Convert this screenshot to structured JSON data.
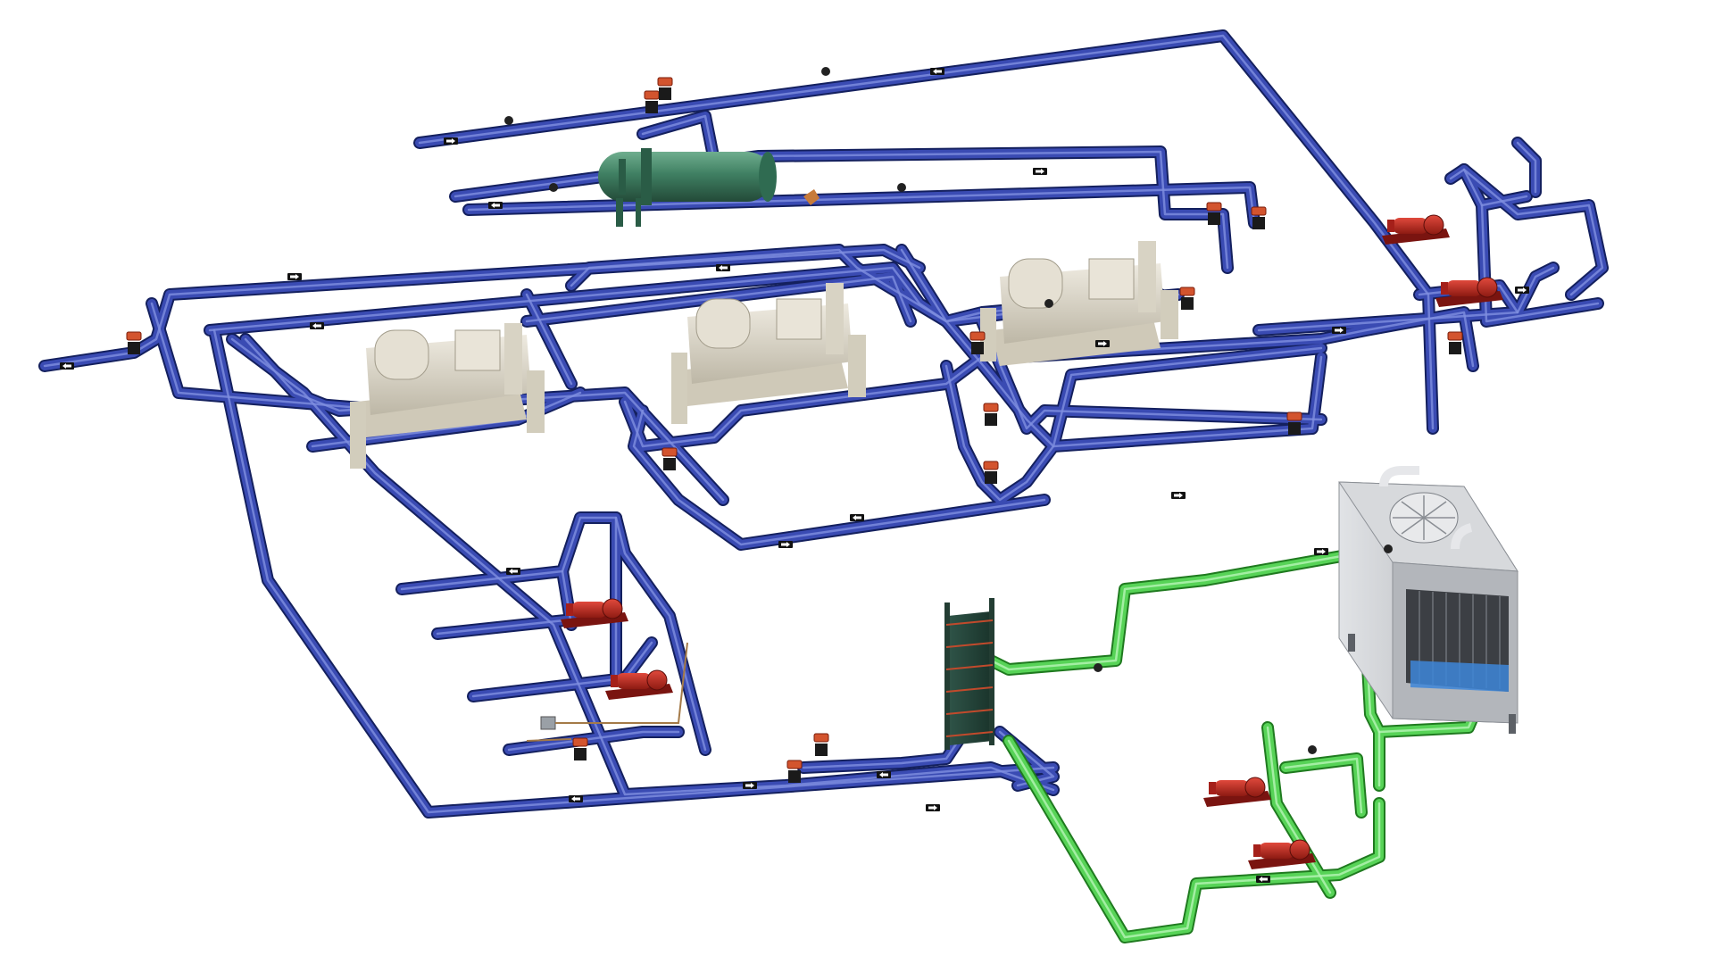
{
  "diagram": {
    "type": "chilled-water-plant-isometric",
    "colors": {
      "chilled_water_pipe": "#3a4bb3",
      "condenser_water_pipe": "#57d357",
      "chiller": "#d9d4c3",
      "storage_tank": "#3f7f62",
      "pump": "#c0271e",
      "valve_actuator": "#d3542e",
      "cooling_tower": "#c8cbd0"
    },
    "components": {
      "chillers": 3,
      "thermal_storage_tank": 1,
      "plate_heat_exchanger": 1,
      "cooling_tower": 1,
      "chilled_water_pumps": 4,
      "condenser_pumps": 2
    }
  }
}
